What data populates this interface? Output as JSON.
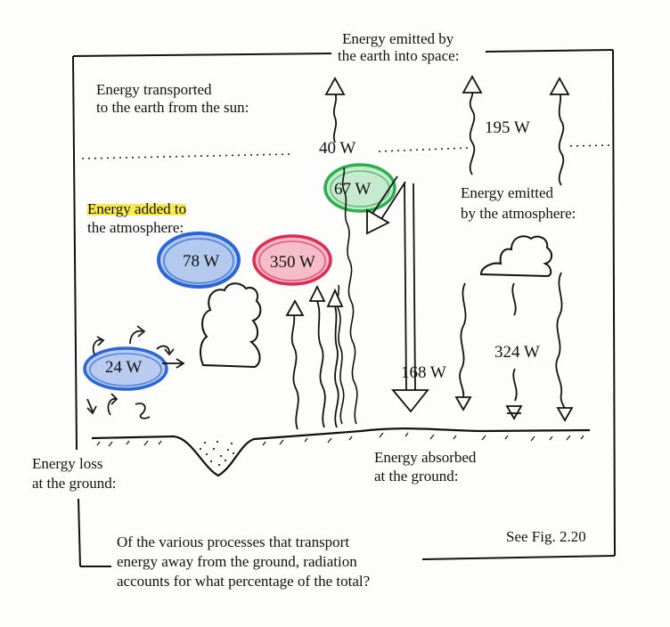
{
  "labels": {
    "space_emitted": [
      "Energy emitted by",
      "the earth into space:"
    ],
    "from_sun": [
      "Energy transported",
      "to the earth from the sun:"
    ],
    "added_to_atmosphere": [
      "Energy added to",
      "the atmosphere:"
    ],
    "atmosphere_emitted": [
      "Energy emitted",
      "by the atmosphere:"
    ],
    "loss_at_ground": [
      "Energy loss",
      "at the ground:"
    ],
    "absorbed_at_ground": [
      "Energy absorbed",
      "at the ground:"
    ]
  },
  "values": {
    "atm_window": "40 W",
    "space_total": "195 W",
    "solar_absorbed_atm": "67 W",
    "latent_heat": "78 W",
    "surface_ir": "350 W",
    "conduction": "24 W",
    "solar_ground": "168 W",
    "atm_back_ir": "324 W"
  },
  "question": [
    "Of the various processes that transport",
    "energy away from the ground, radiation",
    "accounts for what percentage of the total?"
  ],
  "reference": "See Fig. 2.20",
  "colors": {
    "ink": "#111111",
    "blue_scribble": "#2a66d8",
    "red_scribble": "#e02a52",
    "green_scribble": "#29b04a",
    "highlight_yellow": "#f7e52a",
    "background": "#fdfdfb"
  }
}
